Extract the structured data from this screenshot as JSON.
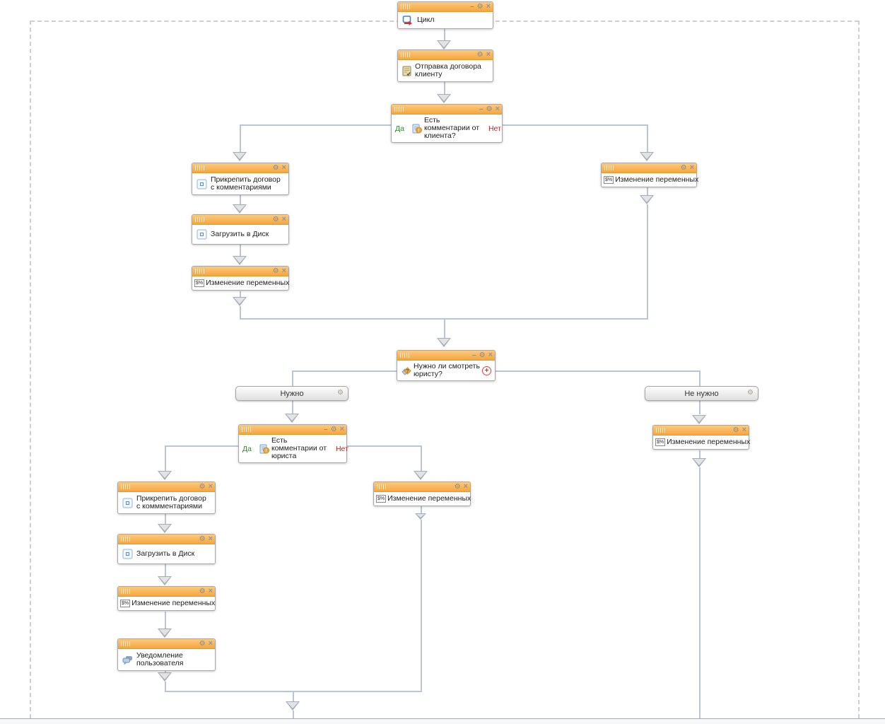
{
  "icons": {
    "minimize": "–",
    "settings": "⚙",
    "close": "×",
    "add_branch": "+",
    "branch_settings": "⚙",
    "variables_glyph": "$%"
  },
  "colors": {
    "titlebar": "#f8ab42",
    "connector": "#b9c6d8",
    "yes": "#2e8b2e",
    "no": "#bf2121",
    "canvas_border": "#cfcfcf"
  },
  "nodes": {
    "cycle": {
      "title": "Цикл"
    },
    "send_contract": {
      "title": "Отправка договора клиенту"
    },
    "cond_client": {
      "title": "Есть комментарии от клиента?",
      "yes": "Да",
      "no": "Нет"
    },
    "attach_contract_client": {
      "title": "Прикрепить договор с комментариями"
    },
    "upload_disk_client": {
      "title": "Загрузить в Диск"
    },
    "set_vars_client": {
      "title": "Изменение переменных"
    },
    "set_vars_no_comments": {
      "title": "Изменение переменных"
    },
    "cond_need_lawyer": {
      "title": "Нужно ли смотреть юристу?"
    },
    "branch_need": {
      "label": "Нужно"
    },
    "branch_no_need": {
      "label": "Не нужно"
    },
    "cond_lawyer_comments": {
      "title": "Есть комментарии от юриста",
      "yes": "Да",
      "no": "Нет"
    },
    "attach_contract_lawyer": {
      "title": "Прикрепить договор с коммментариями"
    },
    "upload_disk_lawyer": {
      "title": "Загрузить в Диск"
    },
    "set_vars_lawyer": {
      "title": "Изменение переменных"
    },
    "notify_user": {
      "title": "Уведомление пользователя"
    },
    "set_vars_mid": {
      "title": "Изменение переменных"
    },
    "set_vars_no_need": {
      "title": "Изменение переменных"
    }
  }
}
